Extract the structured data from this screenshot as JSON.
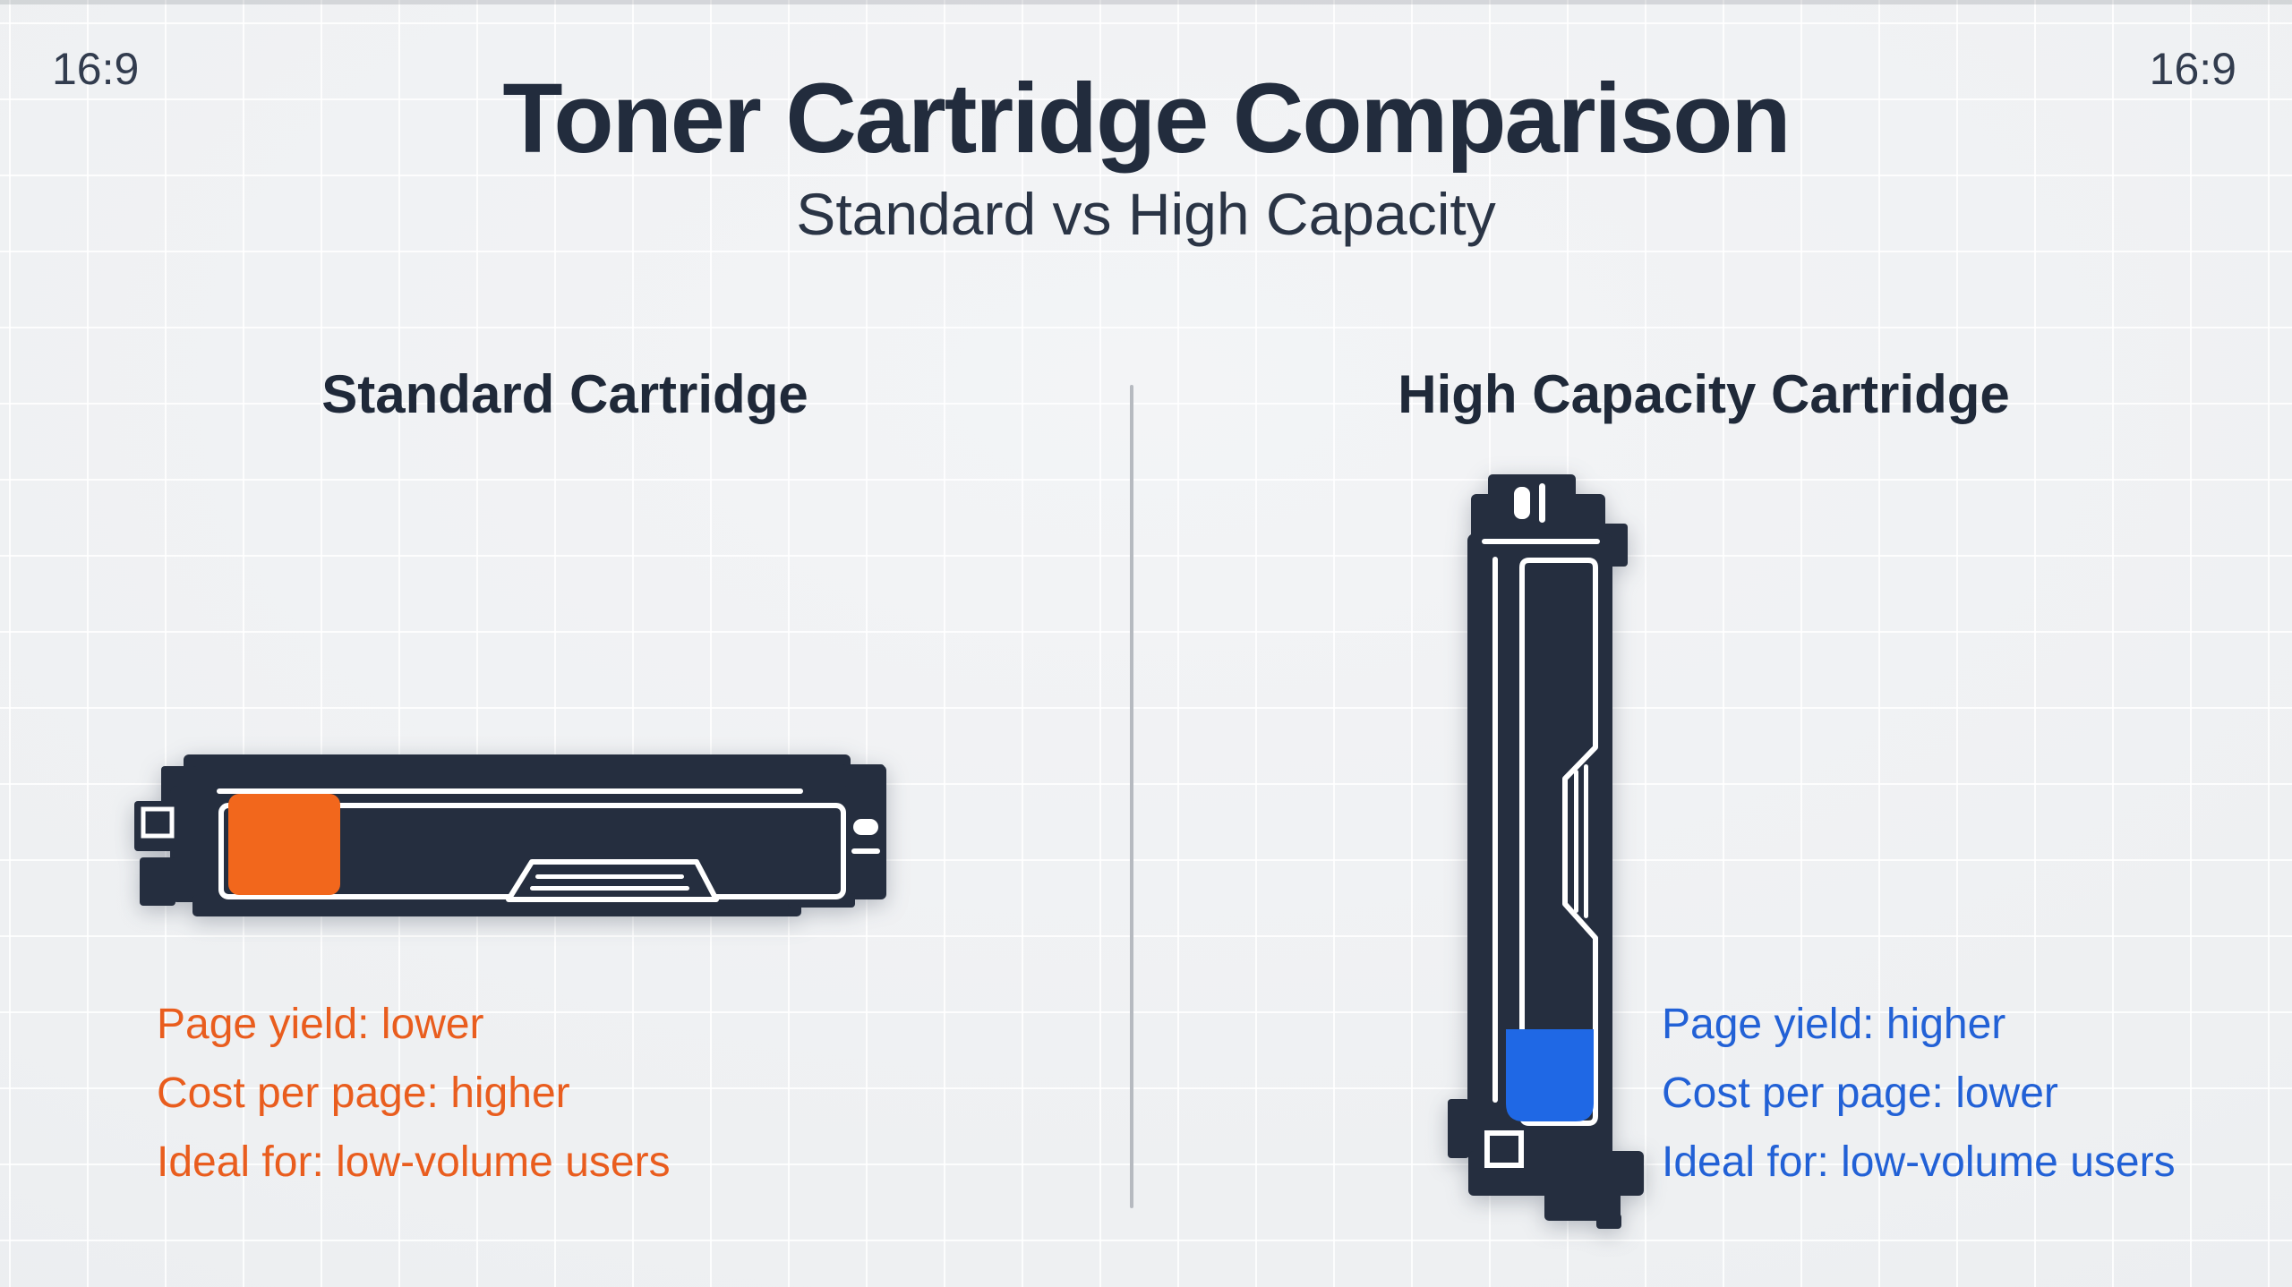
{
  "meta": {
    "aspect_ratio_label_left": "16:9",
    "aspect_ratio_label_right": "16:9"
  },
  "header": {
    "title": "Toner Cartridge Comparison",
    "subtitle": "Standard vs High Capacity"
  },
  "left_panel": {
    "heading": "Standard Cartridge",
    "illustration": "standard-toner-cartridge-horizontal",
    "accent_color": "#F2671C",
    "facts": [
      "Page yield: lower",
      "Cost per page: higher",
      "Ideal for: low-volume users"
    ]
  },
  "right_panel": {
    "heading": "High Capacity Cartridge",
    "illustration": "high-capacity-toner-cartridge-vertical",
    "accent_color": "#1F68E5",
    "facts": [
      "Page yield: higher",
      "Cost per page: lower",
      "Ideal for: low-volume users"
    ]
  },
  "colors": {
    "background": "#EEF0F2",
    "grid_line": "#FFFFFF",
    "ink_navy": "#242E3F",
    "cartridge_body": "#252E3F",
    "orange_text": "#E95D1E",
    "blue_text": "#2261D6",
    "divider": "#B6BAC0"
  }
}
